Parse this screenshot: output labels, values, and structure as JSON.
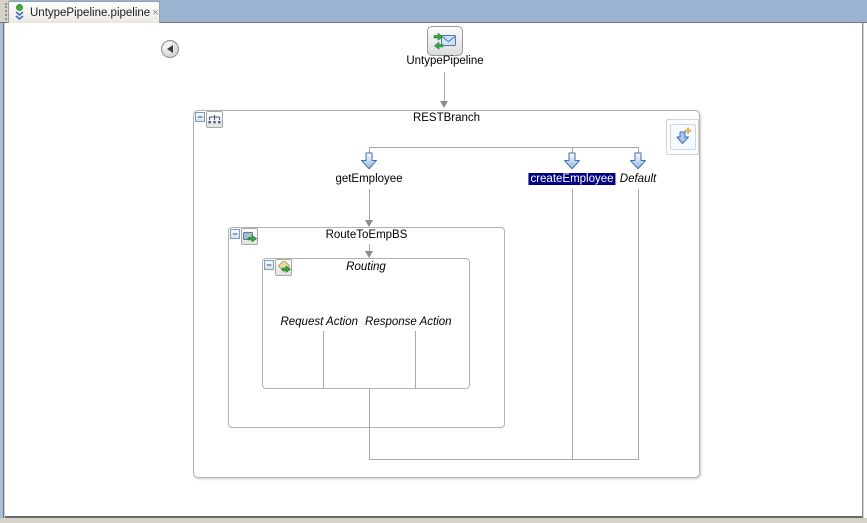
{
  "window": {
    "tab": {
      "icon": "pipeline-icon",
      "title": "UntypePipeline.pipeline",
      "close_glyph": "×"
    }
  },
  "pipeline": {
    "start_node": {
      "icon": "pipeline-service-icon",
      "label": "UntypePipeline"
    },
    "rest_branch": {
      "title": "RESTBranch",
      "collapse_glyph": "−",
      "header_icon": "branch-node-icon",
      "actions_icon": "add-branch-arrow-icon",
      "branches": [
        {
          "label": "getEmployee",
          "selected": false,
          "italic": false
        },
        {
          "label": "createEmployee",
          "selected": true,
          "italic": false
        },
        {
          "label": "Default",
          "selected": false,
          "italic": true
        }
      ],
      "route_to_emp_bs": {
        "title": "RouteToEmpBS",
        "collapse_glyph": "−",
        "header_icon": "route-node-icon",
        "routing": {
          "title": "Routing",
          "collapse_glyph": "−",
          "header_icon": "routing-node-icon",
          "request_label": "Request Action",
          "response_label": "Response Action"
        }
      }
    }
  },
  "colors": {
    "tabbar_bg": "#99b3d0",
    "selected_label_bg": "#000082",
    "arrow_blue_stroke": "#3f6fae",
    "connector_gray": "#a8a8a8"
  }
}
